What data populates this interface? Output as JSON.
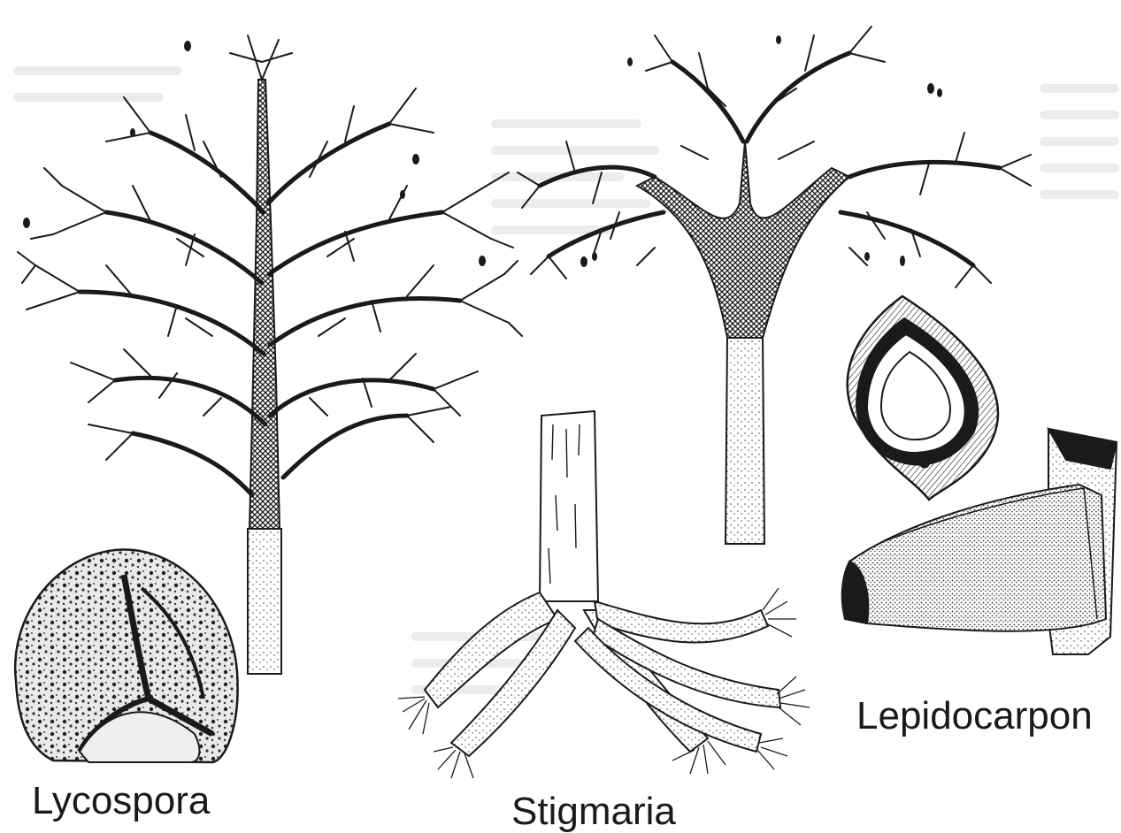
{
  "figure": {
    "labels": {
      "lycospora": "Lycospora",
      "stigmaria": "Stigmaria",
      "lepidocarpon": "Lepidocarpon"
    },
    "colors": {
      "ink": "#1a1a1a",
      "paper": "#ffffff",
      "faint_background_text": "#ececec",
      "stipple": "#444444"
    },
    "icons": [
      "lycopsid-tree-tall",
      "lycopsid-tree-crown",
      "stigmaria-root",
      "lepidocarpon-section",
      "lepidocarpon-cone",
      "lycospora-spore"
    ]
  }
}
